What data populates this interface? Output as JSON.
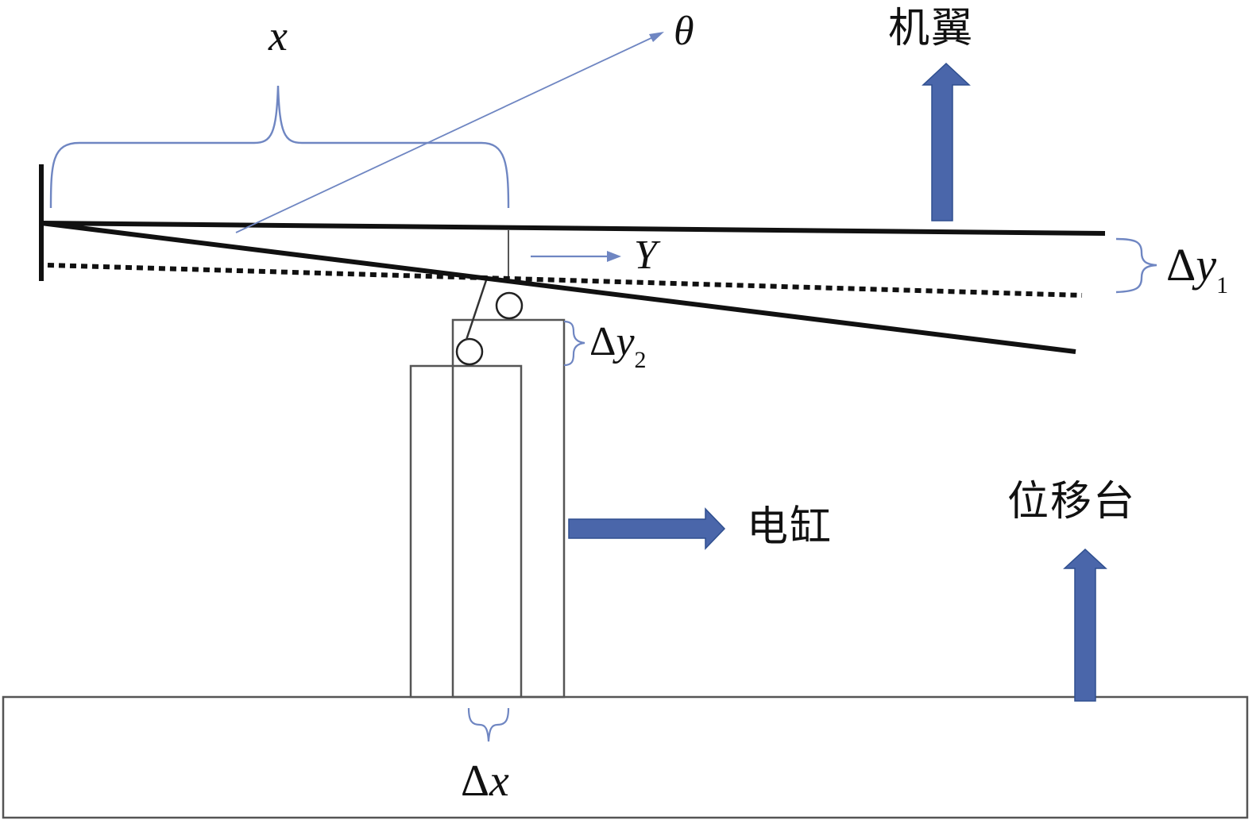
{
  "labels": {
    "x": "x",
    "theta": "θ",
    "y_axis": "Y",
    "delta_y1": {
      "delta": "Δ",
      "var": "y",
      "sub": "1"
    },
    "delta_y2": {
      "delta": "Δ",
      "var": "y",
      "sub": "2"
    },
    "delta_x": {
      "delta": "Δ",
      "var": "x"
    },
    "wing": "机翼",
    "cylinder": "电缸",
    "stage": "位移台"
  },
  "colors": {
    "stroke": "#111111",
    "outline": "#555555",
    "annotation": "#6f86c2",
    "arrow_fill": "#4a66aa",
    "arrow_edge": "#2f4f8f"
  }
}
